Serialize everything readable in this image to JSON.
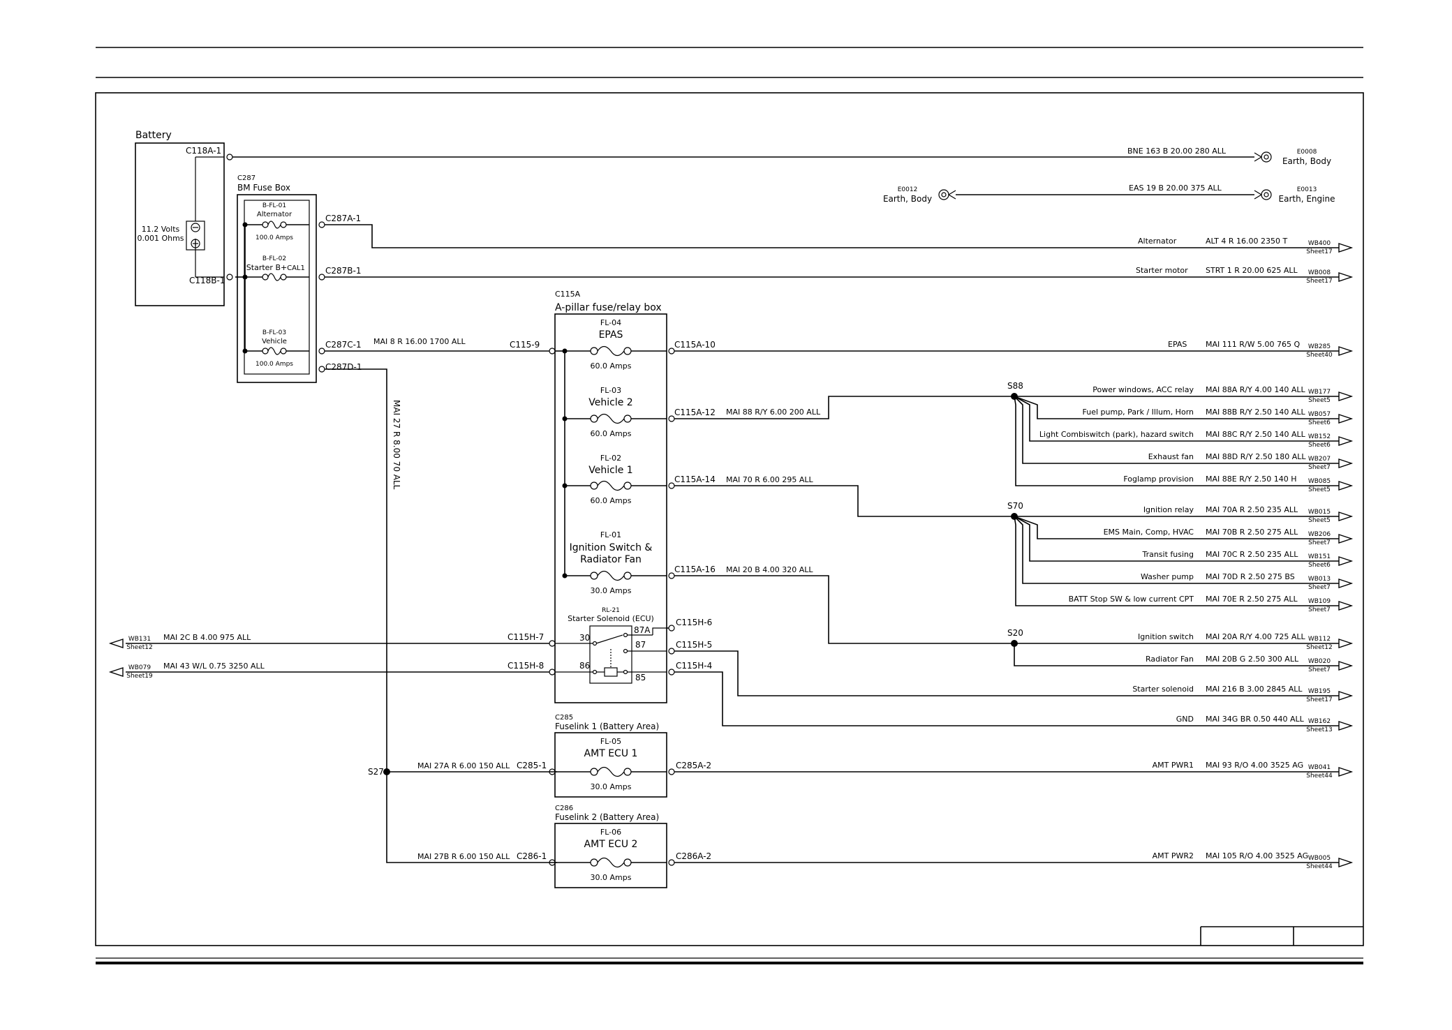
{
  "battery": {
    "title": "Battery",
    "top_pin": "C118A-1",
    "bottom_pin": "C118B-1",
    "volts": "11.2 Volts",
    "ohms": "0.001 Ohms"
  },
  "bm_fuse_box": {
    "code": "C287",
    "title": "BM Fuse Box",
    "fuses": [
      {
        "id": "B-FL-01",
        "name": "Alternator",
        "amps": "100.0 Amps",
        "pin": "C287A-1"
      },
      {
        "id": "B-FL-02",
        "name": "Starter B+",
        "extra": "CAL1",
        "pin": "C287B-1"
      },
      {
        "id": "B-FL-03",
        "name": "Vehicle",
        "amps": "100.0 Amps",
        "pin": "C287C-1"
      }
    ],
    "pin_d": "C287D-1"
  },
  "apillar": {
    "code": "C115A",
    "title": "A-pillar fuse/relay box",
    "input_pin": "C115-9",
    "fuses": [
      {
        "id": "FL-04",
        "name": "EPAS",
        "amps": "60.0 Amps",
        "pin": "C115A-10"
      },
      {
        "id": "FL-03",
        "name": "Vehicle 2",
        "amps": "60.0 Amps",
        "pin": "C115A-12"
      },
      {
        "id": "FL-02",
        "name": "Vehicle 1",
        "amps": "60.0 Amps",
        "pin": "C115A-14"
      },
      {
        "id": "FL-01",
        "name": "Ignition Switch &",
        "name2": "Radiator Fan",
        "amps": "30.0 Amps",
        "pin": "C115A-16"
      }
    ],
    "relay": {
      "id": "RL-21",
      "name": "Starter Solenoid (ECU)",
      "pins": [
        "30",
        "87A",
        "87",
        "86",
        "85"
      ]
    },
    "h_pins": [
      "C115H-6",
      "C115H-5",
      "C115H-4",
      "C115H-7",
      "C115H-8"
    ]
  },
  "fuselinks": [
    {
      "code": "C285",
      "title": "Fuselink 1 (Battery Area)",
      "id": "FL-05",
      "name": "AMT ECU 1",
      "amps": "30.0 Amps",
      "in_pin": "C285-1",
      "out_pin": "C285A-2",
      "in_wire": "MAI 27A R 6.00 150 ALL"
    },
    {
      "code": "C286",
      "title": "Fuselink 2 (Battery Area)",
      "id": "FL-06",
      "name": "AMT ECU 2",
      "amps": "30.0 Amps",
      "in_pin": "C286-1",
      "out_pin": "C286A-2",
      "in_wire": "MAI 27B R 6.00 150 ALL"
    }
  ],
  "splices": {
    "s88": "S88",
    "s70": "S70",
    "s20": "S20",
    "s27": "S27"
  },
  "wires": {
    "bm_to_apillar": "MAI 8 R 16.00 1700 ALL",
    "vertical": "MAI 27 R 8.00 70 ALL",
    "vehicle2": "MAI 88 R/Y 6.00 200 ALL",
    "vehicle1": "MAI 70 R 6.00 295 ALL",
    "ign": "MAI 20 B 4.00 320 ALL"
  },
  "earths": [
    {
      "wire": "BNE 163 B 20.00 280 ALL",
      "code": "E0008",
      "label": "Earth, Body"
    },
    {
      "wire": "EAS 19 B 20.00 375 ALL",
      "code": "E0013",
      "label": "Earth, Engine",
      "left_code": "E0012",
      "left_label": "Earth, Body"
    }
  ],
  "outputs": [
    {
      "name": "Alternator",
      "wire": "ALT 4 R 16.00 2350 T",
      "ref": "WB400",
      "sheet": "Sheet17"
    },
    {
      "name": "Starter motor",
      "wire": "STRT 1 R 20.00 625 ALL",
      "ref": "WB008",
      "sheet": "Sheet17"
    },
    {
      "name": "EPAS",
      "wire": "MAI 111 R/W 5.00 765 Q",
      "ref": "WB285",
      "sheet": "Sheet40"
    },
    {
      "name": "Power windows, ACC relay",
      "wire": "MAI 88A R/Y 4.00 140 ALL",
      "ref": "WB177",
      "sheet": "Sheet5"
    },
    {
      "name": "Fuel pump, Park / Illum, Horn",
      "wire": "MAI 88B R/Y 2.50 140 ALL",
      "ref": "WB057",
      "sheet": "Sheet6"
    },
    {
      "name": "Light Combiswitch (park), hazard switch",
      "wire": "MAI 88C R/Y 2.50 140 ALL",
      "ref": "WB152",
      "sheet": "Sheet6"
    },
    {
      "name": "Exhaust fan",
      "wire": "MAI 88D R/Y 2.50 180 ALL",
      "ref": "WB207",
      "sheet": "Sheet7"
    },
    {
      "name": "Foglamp provision",
      "wire": "MAI 88E R/Y 2.50 140 H",
      "ref": "WB085",
      "sheet": "Sheet5"
    },
    {
      "name": "Ignition relay",
      "wire": "MAI 70A R 2.50 235 ALL",
      "ref": "WB015",
      "sheet": "Sheet5"
    },
    {
      "name": "EMS Main, Comp, HVAC",
      "wire": "MAI 70B R 2.50 275 ALL",
      "ref": "WB206",
      "sheet": "Sheet7"
    },
    {
      "name": "Transit fusing",
      "wire": "MAI 70C R 2.50 235 ALL",
      "ref": "WB151",
      "sheet": "Sheet6"
    },
    {
      "name": "Washer pump",
      "wire": "MAI 70D R 2.50 275 BS",
      "ref": "WB013",
      "sheet": "Sheet7"
    },
    {
      "name": "BATT Stop SW & low current CPT",
      "wire": "MAI 70E R 2.50 275 ALL",
      "ref": "WB109",
      "sheet": "Sheet7"
    },
    {
      "name": "Ignition switch",
      "wire": "MAI 20A R/Y 4.00 725 ALL",
      "ref": "WB112",
      "sheet": "Sheet12"
    },
    {
      "name": "Radiator Fan",
      "wire": "MAI 20B G 2.50 300 ALL",
      "ref": "WB020",
      "sheet": "Sheet7"
    },
    {
      "name": "Starter solenoid",
      "wire": "MAI 216 B 3.00 2845 ALL",
      "ref": "WB195",
      "sheet": "Sheet17"
    },
    {
      "name": "GND",
      "wire": "MAI 34G BR 0.50 440 ALL",
      "ref": "WB162",
      "sheet": "Sheet13"
    },
    {
      "name": "AMT PWR1",
      "wire": "MAI 93 R/O 4.00 3525 AG",
      "ref": "WB041",
      "sheet": "Sheet44"
    },
    {
      "name": "AMT PWR2",
      "wire": "MAI 105 R/O 4.00 3525 AG",
      "ref": "WB005",
      "sheet": "Sheet44"
    }
  ],
  "left_outputs": [
    {
      "wire": "MAI 2C B 4.00 975 ALL",
      "ref": "WB131",
      "sheet": "Sheet12"
    },
    {
      "wire": "MAI 43 W/L 0.75 3250 ALL",
      "ref": "WB079",
      "sheet": "Sheet19"
    }
  ]
}
